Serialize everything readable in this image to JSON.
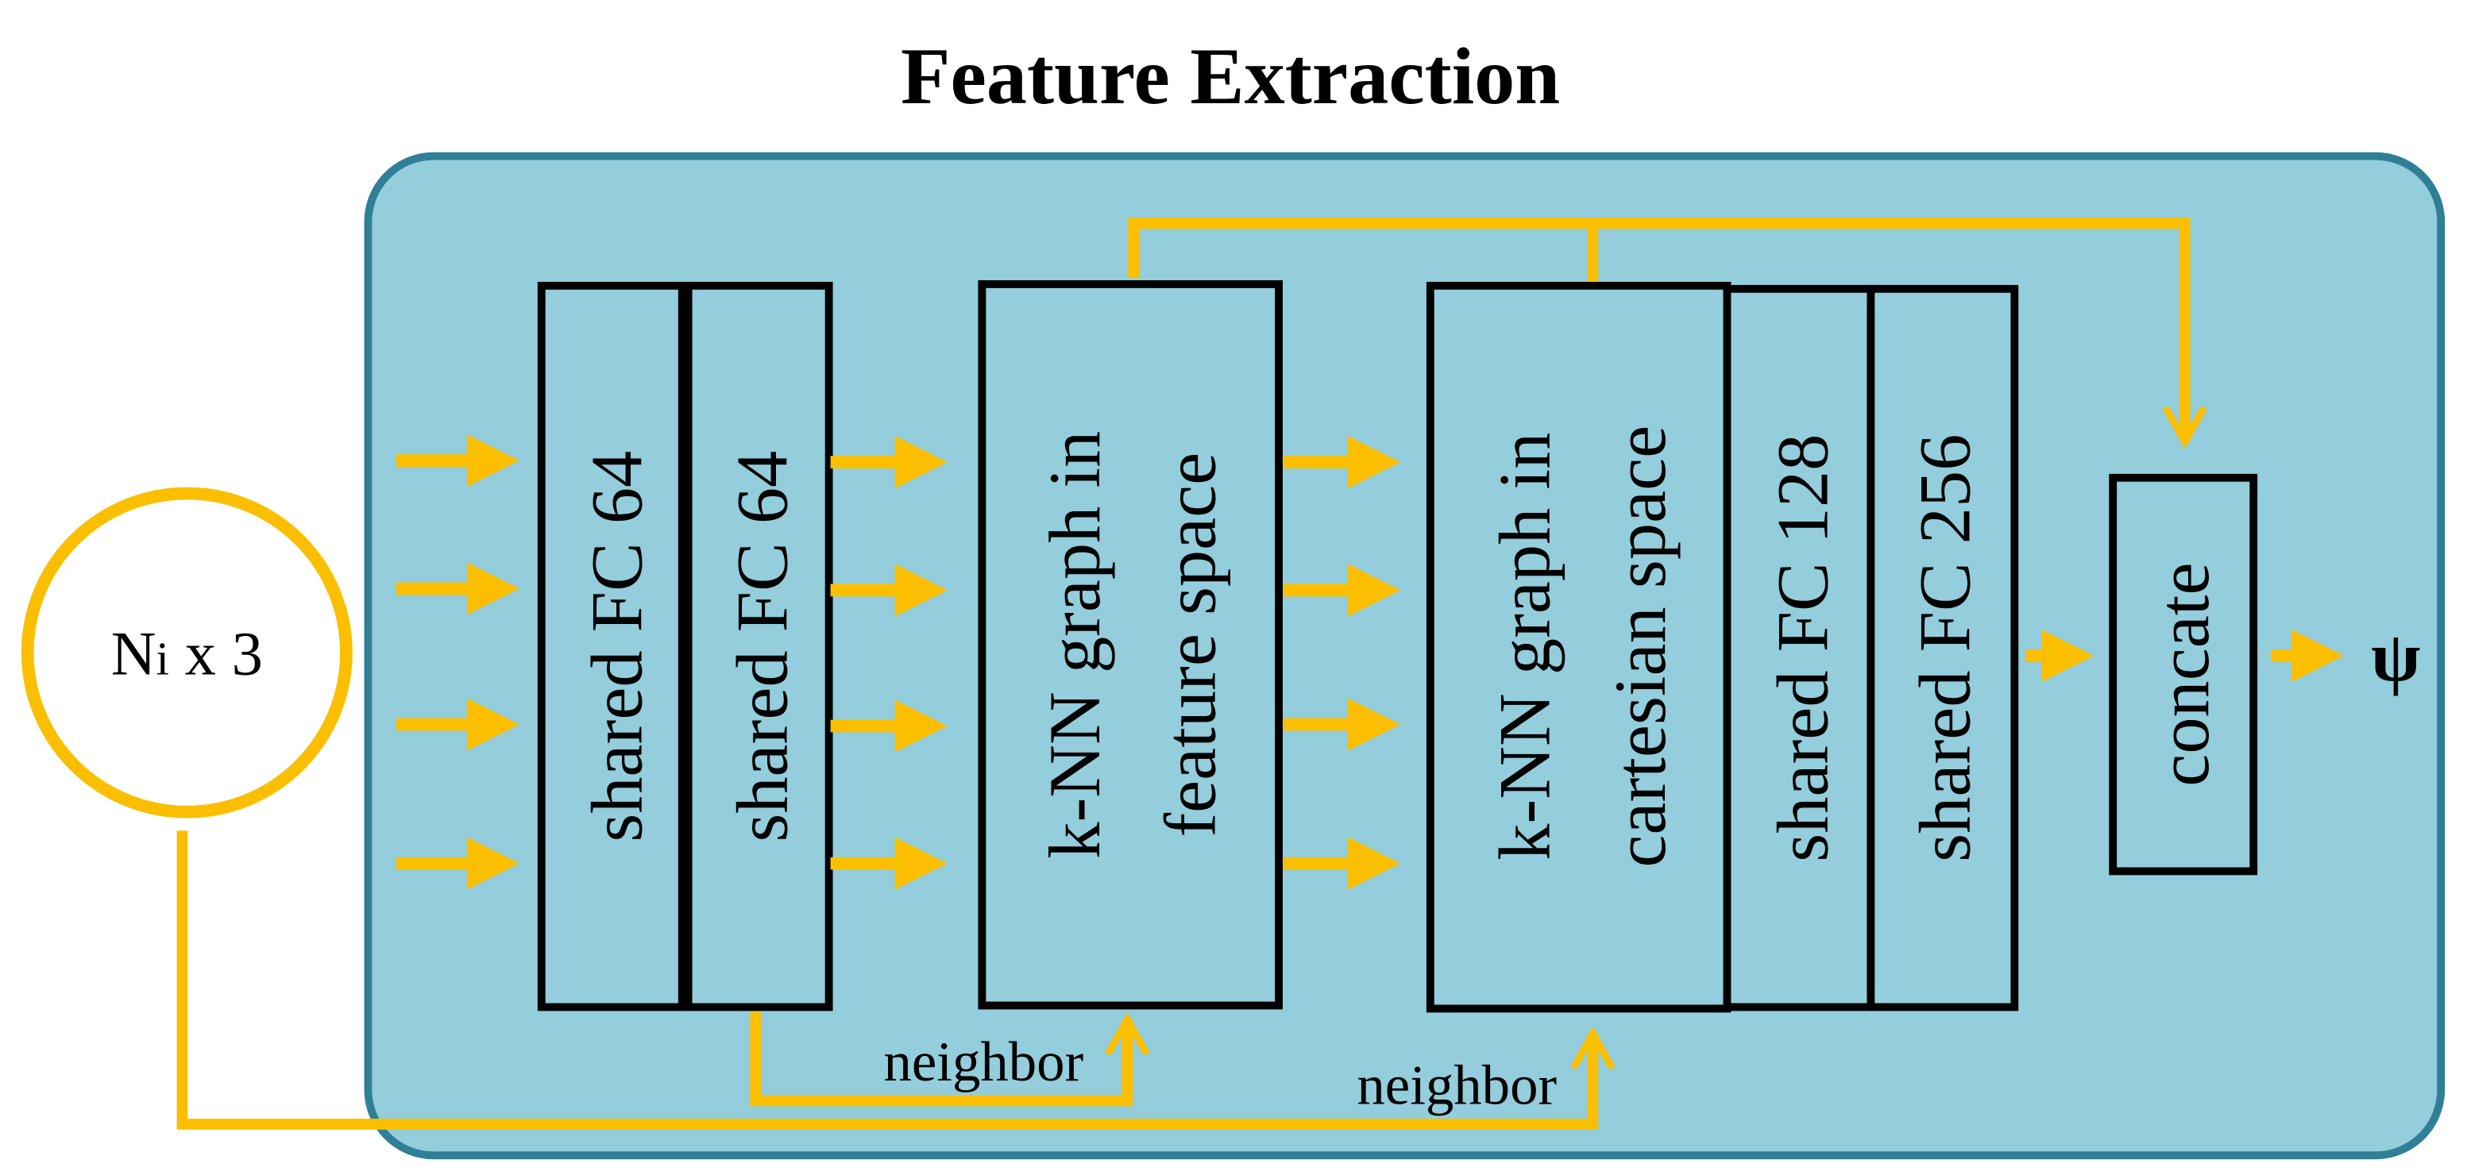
{
  "title": "Feature Extraction",
  "input": {
    "main": "N",
    "subscript": "i",
    "suffix": " x 3"
  },
  "blocks": {
    "fc1": "shared FC 64",
    "fc2": "shared FC 64",
    "knn_feature": {
      "line1": "k-NN graph in",
      "line2": "feature space"
    },
    "knn_cartesian": {
      "line1": "k-NN graph in",
      "line2": "cartesian space"
    },
    "fc3": "shared FC 128",
    "fc4": "shared FC 256",
    "concat": "concate"
  },
  "edge_labels": {
    "neighbor_1": "neighbor",
    "neighbor_2": "neighbor"
  },
  "output": "ψ",
  "colors": {
    "panel_fill": "#94cddb",
    "panel_border": "#2f7f97",
    "arrow": "#fbbf00",
    "block_border": "#000000",
    "text": "#000000"
  }
}
